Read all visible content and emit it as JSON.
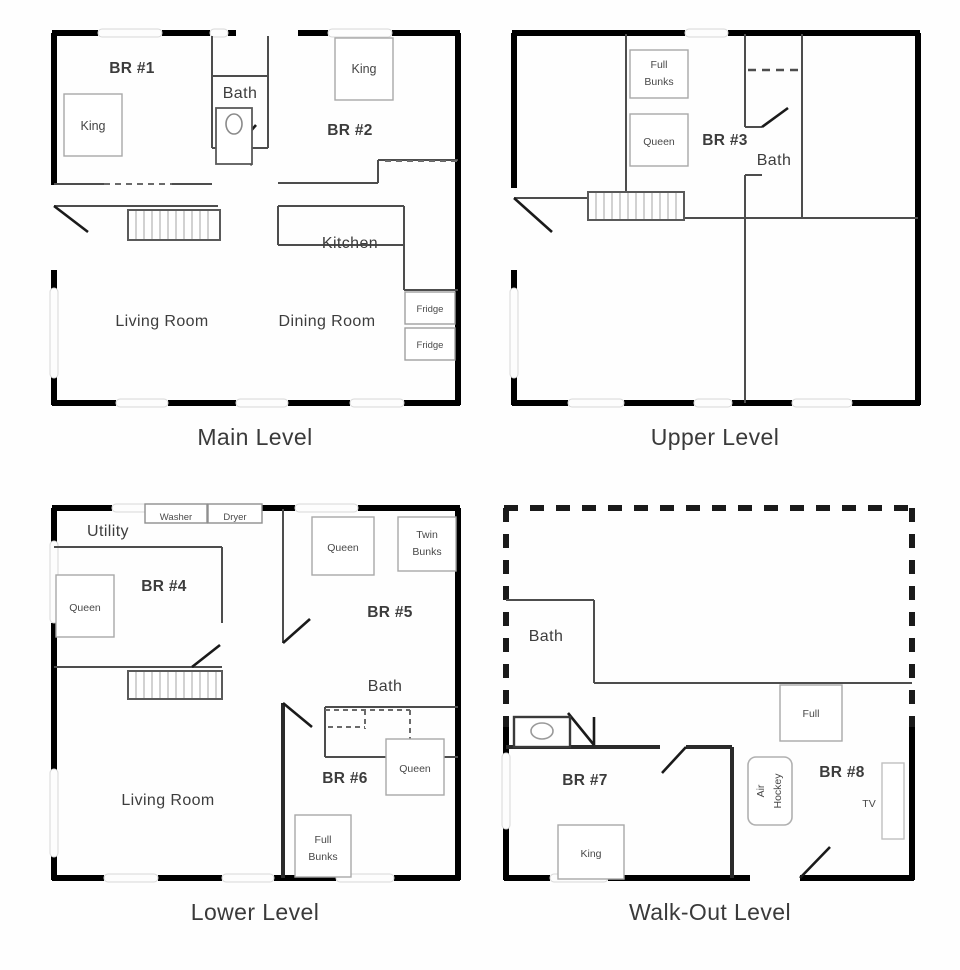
{
  "levels": [
    {
      "id": "main-level",
      "caption": "Main Level",
      "rooms": [
        {
          "name": "BR #1"
        },
        {
          "name": "Bath"
        },
        {
          "name": "BR #2"
        },
        {
          "name": "Kitchen"
        },
        {
          "name": "Living Room"
        },
        {
          "name": "Dining Room"
        }
      ],
      "furniture": [
        {
          "label": "King"
        },
        {
          "label": "King"
        },
        {
          "label": "Fridge"
        },
        {
          "label": "Fridge"
        }
      ]
    },
    {
      "id": "upper-level",
      "caption": "Upper Level",
      "rooms": [
        {
          "name": "BR #3"
        },
        {
          "name": "Bath"
        }
      ],
      "furniture": [
        {
          "label": "Full Bunks"
        },
        {
          "label": "Queen"
        }
      ]
    },
    {
      "id": "lower-level",
      "caption": "Lower Level",
      "rooms": [
        {
          "name": "Utility"
        },
        {
          "name": "BR #4"
        },
        {
          "name": "BR #5"
        },
        {
          "name": "Bath"
        },
        {
          "name": "Living Room"
        },
        {
          "name": "BR #6"
        }
      ],
      "furniture": [
        {
          "label": "Washer"
        },
        {
          "label": "Dryer"
        },
        {
          "label": "Queen"
        },
        {
          "label": "Queen"
        },
        {
          "label": "Twin Bunks"
        },
        {
          "label": "Queen"
        },
        {
          "label": "Full Bunks"
        }
      ]
    },
    {
      "id": "walkout-level",
      "caption": "Walk-Out Level",
      "rooms": [
        {
          "name": "Bath"
        },
        {
          "name": "BR #7"
        },
        {
          "name": "BR #8"
        }
      ],
      "furniture": [
        {
          "label": "Full"
        },
        {
          "label": "King"
        },
        {
          "label": "Air Hockey"
        },
        {
          "label": "TV"
        }
      ]
    }
  ],
  "main": {
    "caption": "Main Level",
    "br1": "BR #1",
    "br1_bed": "King",
    "bath": "Bath",
    "br2": "BR #2",
    "br2_bed": "King",
    "kitchen": "Kitchen",
    "living_room": "Living Room",
    "dining_room": "Dining Room",
    "fridge1": "Fridge",
    "fridge2": "Fridge"
  },
  "upper": {
    "caption": "Upper Level",
    "full_bunks": "Full Bunks",
    "full_bunks_l1": "Full",
    "full_bunks_l2": "Bunks",
    "queen": "Queen",
    "br3": "BR #3",
    "bath": "Bath"
  },
  "lower": {
    "caption": "Lower Level",
    "utility": "Utility",
    "washer": "Washer",
    "dryer": "Dryer",
    "br4": "BR #4",
    "br4_bed": "Queen",
    "br5": "BR #5",
    "br5_bed": "Queen",
    "twin_bunks_l1": "Twin",
    "twin_bunks_l2": "Bunks",
    "bath": "Bath",
    "living_room": "Living Room",
    "br6": "BR #6",
    "br6_bed": "Queen",
    "full_bunks_l1": "Full",
    "full_bunks_l2": "Bunks"
  },
  "walkout": {
    "caption": "Walk-Out Level",
    "bath": "Bath",
    "full": "Full",
    "br7": "BR #7",
    "br7_bed": "King",
    "air_hockey_l1": "Air",
    "air_hockey_l2": "Hockey",
    "br8": "BR #8",
    "tv": "TV"
  },
  "colors": {
    "exterior_wall": "#000000",
    "interior_wall": "#555555",
    "furniture_outline": "#9a9a9a",
    "background": "#ffffff",
    "text": "#3c3c3c"
  }
}
